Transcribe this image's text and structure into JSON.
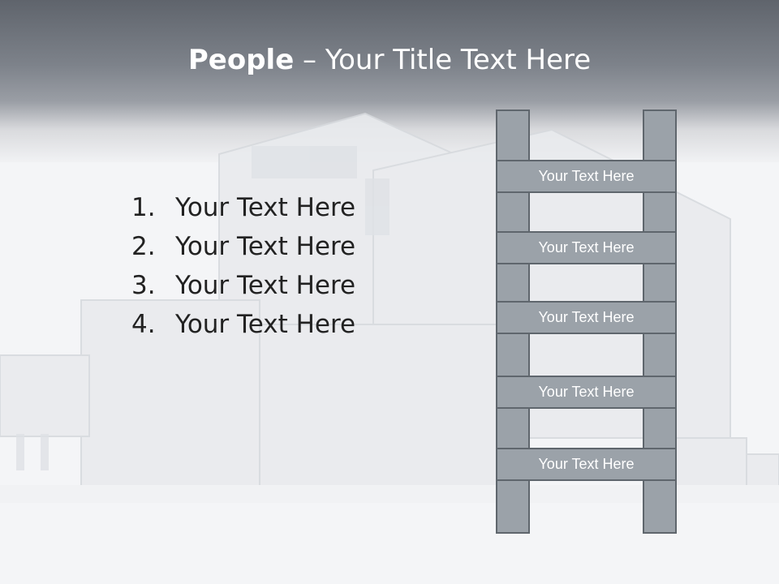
{
  "slide": {
    "title_bold": "People",
    "title_rest": " – Your Title Text Here",
    "list": [
      {
        "number": "1.",
        "text": "Your Text Here"
      },
      {
        "number": "2.",
        "text": "Your Text Here"
      },
      {
        "number": "3.",
        "text": "Your Text Here"
      },
      {
        "number": "4.",
        "text": "Your Text Here"
      }
    ],
    "ladder_rungs": [
      "Your Text Here",
      "Your Text Here",
      "Your Text Here",
      "Your Text Here",
      "Your Text Here"
    ]
  },
  "colors": {
    "header_dark": "#5f646c",
    "ladder_fill": "#9ba2a9",
    "ladder_border": "#5f666d",
    "text_dark": "#222222"
  }
}
